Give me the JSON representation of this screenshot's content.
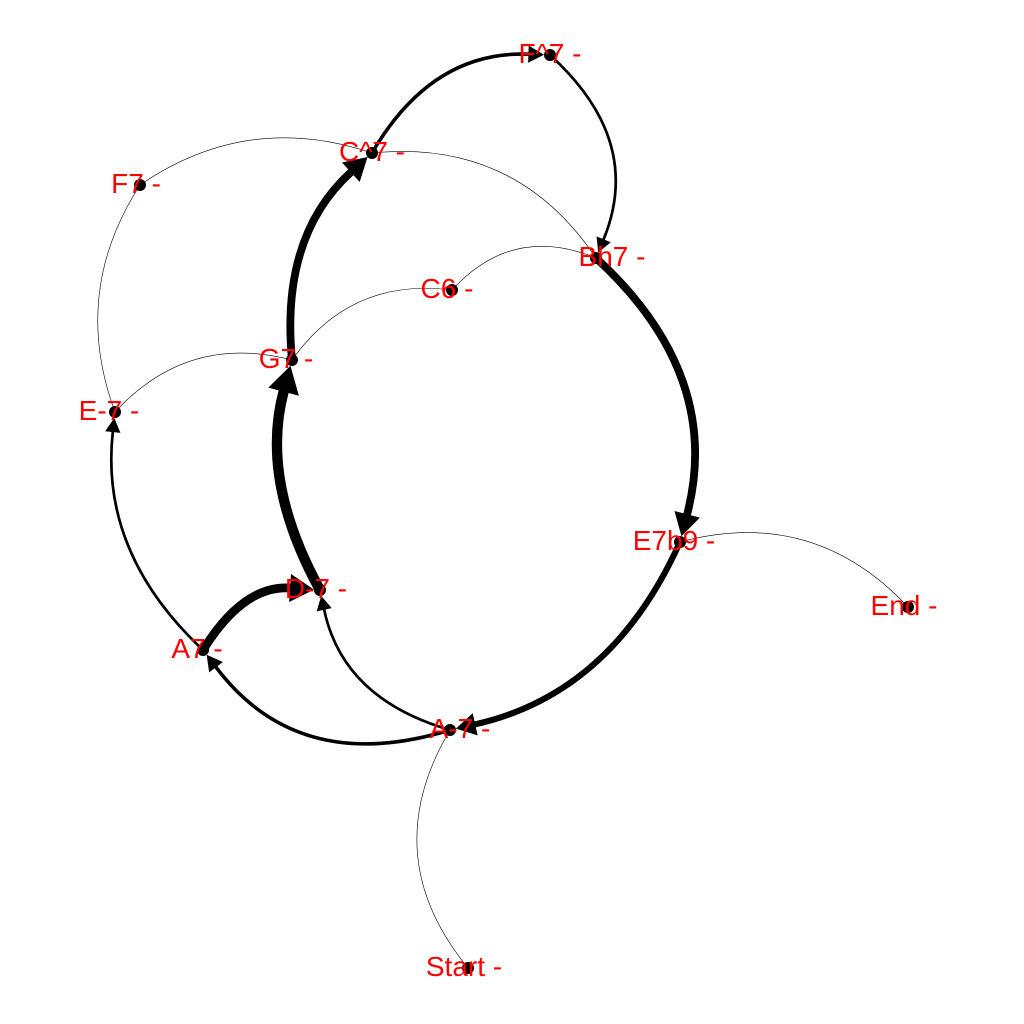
{
  "colors": {
    "background": "#ffffff",
    "edge": "#000000",
    "node": "#000000",
    "label": "#ff0000"
  },
  "nodes": [
    {
      "id": "start",
      "label": "Start -"
    },
    {
      "id": "a_minor7",
      "label": "A-7 -"
    },
    {
      "id": "d_minor7",
      "label": "D-7 -"
    },
    {
      "id": "a7",
      "label": "A7 -"
    },
    {
      "id": "e_minor7",
      "label": "E-7 -"
    },
    {
      "id": "f7",
      "label": "F7 -"
    },
    {
      "id": "g7",
      "label": "G7 -"
    },
    {
      "id": "c6",
      "label": "C6 -"
    },
    {
      "id": "c_maj7",
      "label": "C^7 -"
    },
    {
      "id": "f_maj7",
      "label": "F^7 -"
    },
    {
      "id": "b_half_dim7",
      "label": "Bh7 -"
    },
    {
      "id": "e7b9",
      "label": "E7b9 -"
    },
    {
      "id": "end",
      "label": "End -"
    }
  ],
  "edges": [
    {
      "from": "start",
      "to": "a_minor7",
      "weight": 1
    },
    {
      "from": "a_minor7",
      "to": "d_minor7",
      "weight": 3
    },
    {
      "from": "a_minor7",
      "to": "a7",
      "weight": 4
    },
    {
      "from": "a7",
      "to": "d_minor7",
      "weight": 10
    },
    {
      "from": "a7",
      "to": "e_minor7",
      "weight": 3
    },
    {
      "from": "d_minor7",
      "to": "g7",
      "weight": 12
    },
    {
      "from": "e_minor7",
      "to": "g7",
      "weight": 1
    },
    {
      "from": "e_minor7",
      "to": "f7",
      "weight": 1
    },
    {
      "from": "f7",
      "to": "c_maj7",
      "weight": 1
    },
    {
      "from": "g7",
      "to": "c_maj7",
      "weight": 9
    },
    {
      "from": "g7",
      "to": "c6",
      "weight": 1
    },
    {
      "from": "c6",
      "to": "b_half_dim7",
      "weight": 1
    },
    {
      "from": "c_maj7",
      "to": "f_maj7",
      "weight": 4
    },
    {
      "from": "c_maj7",
      "to": "b_half_dim7",
      "weight": 1
    },
    {
      "from": "f_maj7",
      "to": "b_half_dim7",
      "weight": 3
    },
    {
      "from": "b_half_dim7",
      "to": "e7b9",
      "weight": 9
    },
    {
      "from": "e7b9",
      "to": "a_minor7",
      "weight": 7
    },
    {
      "from": "e7b9",
      "to": "end",
      "weight": 1
    }
  ]
}
